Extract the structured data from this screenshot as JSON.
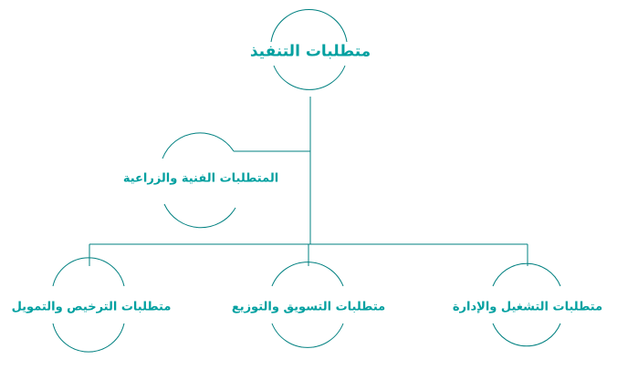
{
  "colors": {
    "line": "#008080",
    "text": "#00a0a0",
    "background": "#ffffff"
  },
  "diagram": {
    "root": {
      "label": "متطلبات التنفيذ"
    },
    "side_node": {
      "label": "المتطلبات الفنية والزراعية"
    },
    "children": [
      {
        "label": "متطلبات التشغيل والإدارة"
      },
      {
        "label": "متطلبات التسويق والتوزيع"
      },
      {
        "label": "متطلبات الترخيص والتمويل"
      }
    ]
  }
}
